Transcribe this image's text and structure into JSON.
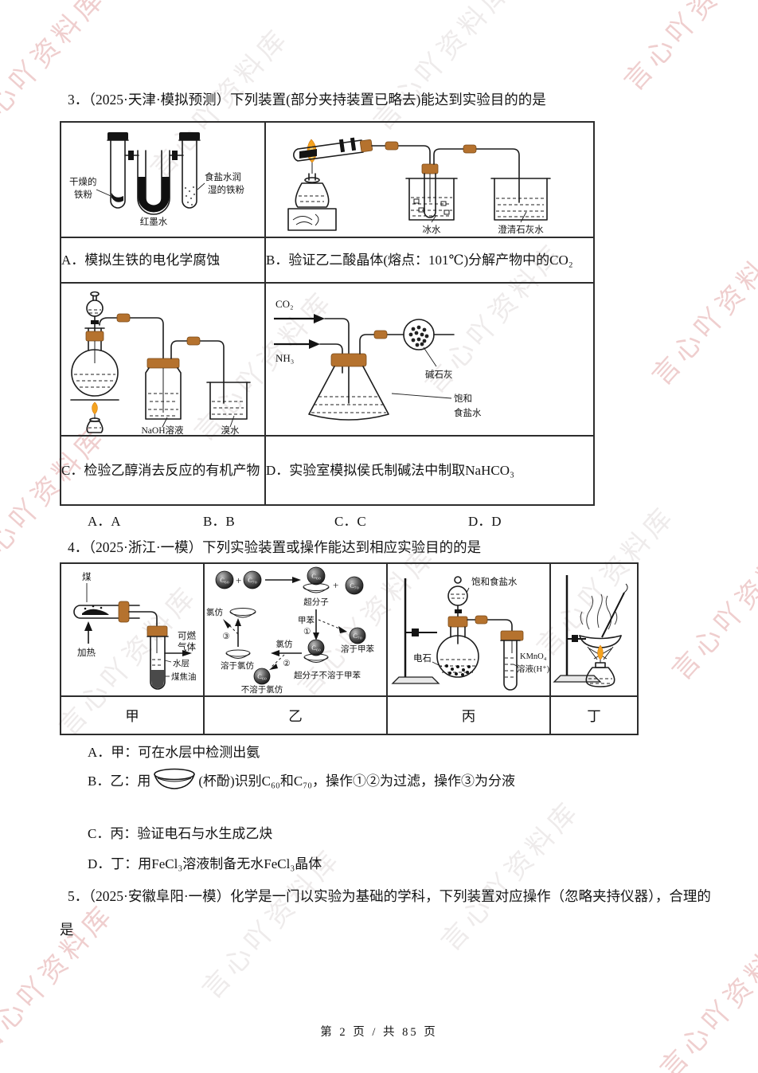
{
  "watermark": {
    "text": "言心吖资料库"
  },
  "q3": {
    "title": "3．（2025·天津·模拟预测）下列装置(部分夹持装置已略去)能达到实验目的的是",
    "options": {
      "a": "A．模拟生铁的电化学腐蚀",
      "b": "B．验证乙二酸晶体(熔点：101℃)分解产物中的CO₂",
      "c": "C．检验乙醇消去反应的有机产物",
      "d": "D．实验室模拟侯氏制碱法中制取NaHCO₃"
    },
    "answers": {
      "a": "A．A",
      "b": "B．B",
      "c": "C．C",
      "d": "D．D"
    },
    "diagram_corrosion": {
      "dry1": "干燥的",
      "dry2": "铁粉",
      "ink": "红墨水",
      "wet1": "食盐水润",
      "wet2": "湿的铁粉"
    },
    "diagram_oxalic": {
      "ice": "冰水",
      "lime": "澄清石灰水"
    },
    "diagram_ethanol": {
      "naoh": "NaOH溶液",
      "bromine": "溴水"
    },
    "diagram_hou": {
      "co2": "CO₂",
      "nh3": "NH₃",
      "sodalime": "碱石灰",
      "sat1": "饱和",
      "sat2": "食盐水"
    }
  },
  "q4": {
    "title": "4．（2025·浙江·一模）下列实验装置或操作能达到相应实验目的的是",
    "col_labels": {
      "jia": "甲",
      "yi": "乙",
      "bing": "丙",
      "ding": "丁"
    },
    "options": {
      "a": "A．甲：可在水层中检测出氨",
      "b_pre": "B．乙：用",
      "b_post": "(杯酚)识别C₆₀和C₇₀，操作①②为过滤，操作③为分液",
      "c": "C．丙：验证电石与水生成乙炔",
      "d": "D．丁：用FeCl₃溶液制备无水FeCl₃晶体"
    },
    "diagram_jia": {
      "coal": "煤",
      "heat": "加热",
      "gas1": "可燃",
      "gas2": "气体",
      "water": "水层",
      "tar": "煤焦油"
    },
    "diagram_yi": {
      "c60": "C₆₀",
      "c70": "C₇₀",
      "plus": "+",
      "supra": "超分子",
      "toluene": "甲苯",
      "op1": "①",
      "sol_tol": "溶于甲苯",
      "chloro": "氯仿",
      "op2": "②",
      "supra_insol": "超分子不溶于甲苯",
      "sol_chloro": "溶于氯仿",
      "insol_chloro": "不溶于氯仿",
      "op3": "③"
    },
    "diagram_bing": {
      "brine": "饱和食盐水",
      "carbide": "电石",
      "kmno4": "KMnO₄",
      "solution": "溶液(H⁺)"
    }
  },
  "q5": {
    "line1": "5．（2025·安徽阜阳·一模）化学是一门以实验为基础的学科，下列装置对应操作（忽略夹持仪器），合理的",
    "line2": "是"
  },
  "footer": {
    "page": "第 2 页 / 共 85 页"
  }
}
